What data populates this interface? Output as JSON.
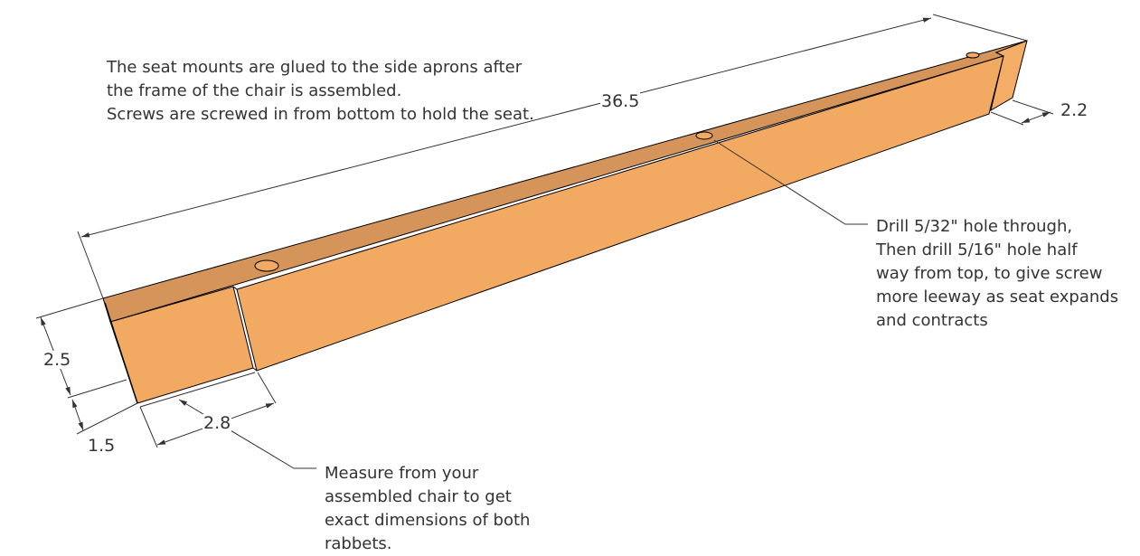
{
  "notes": {
    "top": [
      "The seat mounts are glued to the side aprons after",
      "the frame of the chair is assembled.",
      "Screws are screwed in from bottom to hold the seat."
    ],
    "drill": [
      "Drill 5/32\" hole through,",
      "Then drill 5/16\" hole half",
      "way from top, to give screw",
      "more leeway as seat expands",
      "and contracts"
    ],
    "measure": [
      "Measure from your",
      "assembled chair to get",
      "exact dimensions of both",
      "rabbets."
    ]
  },
  "dimensions": {
    "length": "36.5",
    "end_width": "2.2",
    "height": "2.5",
    "thickness": "1.5",
    "rabbet_length": "2.8"
  },
  "colors": {
    "top_face": "#d4945a",
    "front_face": "#f2aa62",
    "end_face": "#f4ad66",
    "line": "#333333"
  }
}
